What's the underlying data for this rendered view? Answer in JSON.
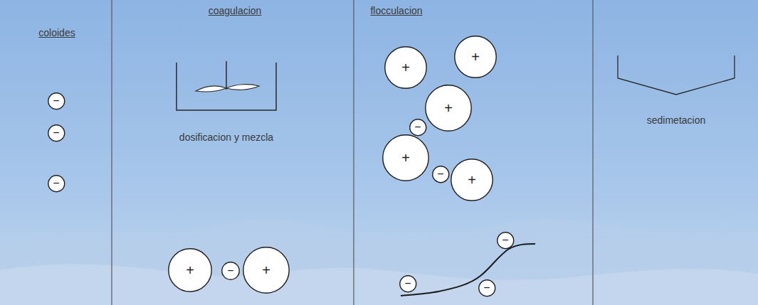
{
  "diagram": {
    "nodes": [
      {
        "text": [
          "−"
        ]
      },
      {
        "text": [
          "−"
        ]
      },
      {
        "text": [
          "−"
        ]
      },
      {
        "text": [
          "+"
        ]
      },
      {
        "text": [
          "−"
        ]
      },
      {
        "text": [
          "+"
        ]
      },
      {
        "text": [
          "+"
        ]
      },
      {
        "text": [
          "+"
        ]
      },
      {
        "text": [
          "−"
        ]
      },
      {
        "text": [
          "+"
        ]
      },
      {
        "text": [
          "−"
        ]
      },
      {
        "text": [
          "+"
        ]
      },
      {
        "text": [
          "−"
        ]
      },
      {
        "text": [
          "+"
        ]
      },
      {
        "text": [
          "−"
        ]
      },
      {
        "text": [
          "−"
        ]
      },
      {
        "text": [
          "−"
        ]
      }
    ],
    "labels": [
      "coloides",
      "coagulacion",
      "dosificacion y mezcla",
      "flocculacion",
      "sedimetacion"
    ]
  }
}
